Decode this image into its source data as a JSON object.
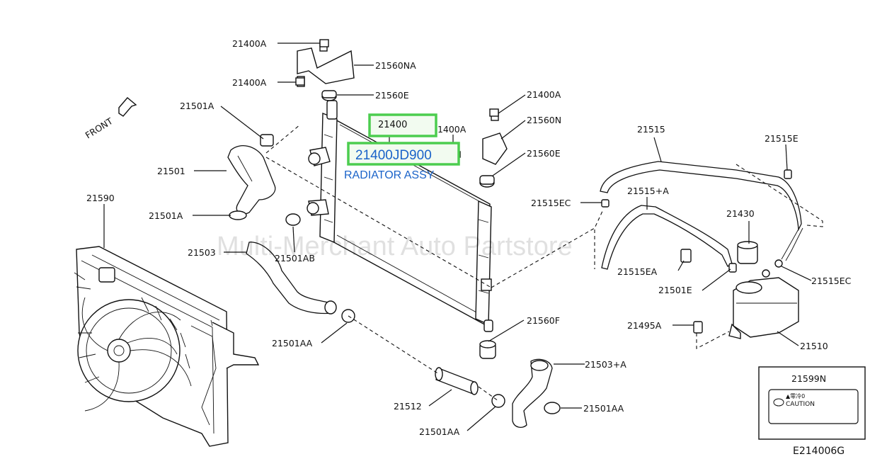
{
  "diagram": {
    "labels": {
      "l_21400A_top": "21400A",
      "l_21560NA": "21560NA",
      "l_21400A_mid": "21400A",
      "l_21560E_top": "21560E",
      "l_21501A_top": "21501A",
      "l_21501": "21501",
      "l_21590": "21590",
      "l_21501A_mid": "21501A",
      "l_21503": "21503",
      "l_21501AB": "21501AB",
      "l_21501AA_left": "21501AA",
      "l_21512": "21512",
      "l_21501AA_bottom": "21501AA",
      "l_21503A": "21503+A",
      "l_21501AA_right": "21501AA",
      "l_21560F": "21560F",
      "l_21400A_right": "21400A",
      "l_21560N": "21560N",
      "l_21560E_right": "21560E",
      "l_21400A_inner": "21400A",
      "l_21515": "21515",
      "l_21515A": "21515+A",
      "l_21515E": "21515E",
      "l_21515EC_left": "21515EC",
      "l_21430": "21430",
      "l_21515EA": "21515EA",
      "l_21501E": "21501E",
      "l_21515EC_right": "21515EC",
      "l_21495A": "21495A",
      "l_21510": "21510",
      "l_21599N": "21599N"
    },
    "front_label": "FRONT",
    "highlight_part_no": "21400",
    "highlight_oem_no": "21400JD900",
    "highlight_name": "RADIATOR ASSY",
    "caution_text": "CAUTION",
    "caution_small": "▲零冷0",
    "diagram_code": "E214006G",
    "watermark": "Multi-Merchant Auto Partstore",
    "colors": {
      "highlight_border": "#4ccd4f",
      "highlight_text": "#1a63c9",
      "line": "#111111"
    }
  }
}
